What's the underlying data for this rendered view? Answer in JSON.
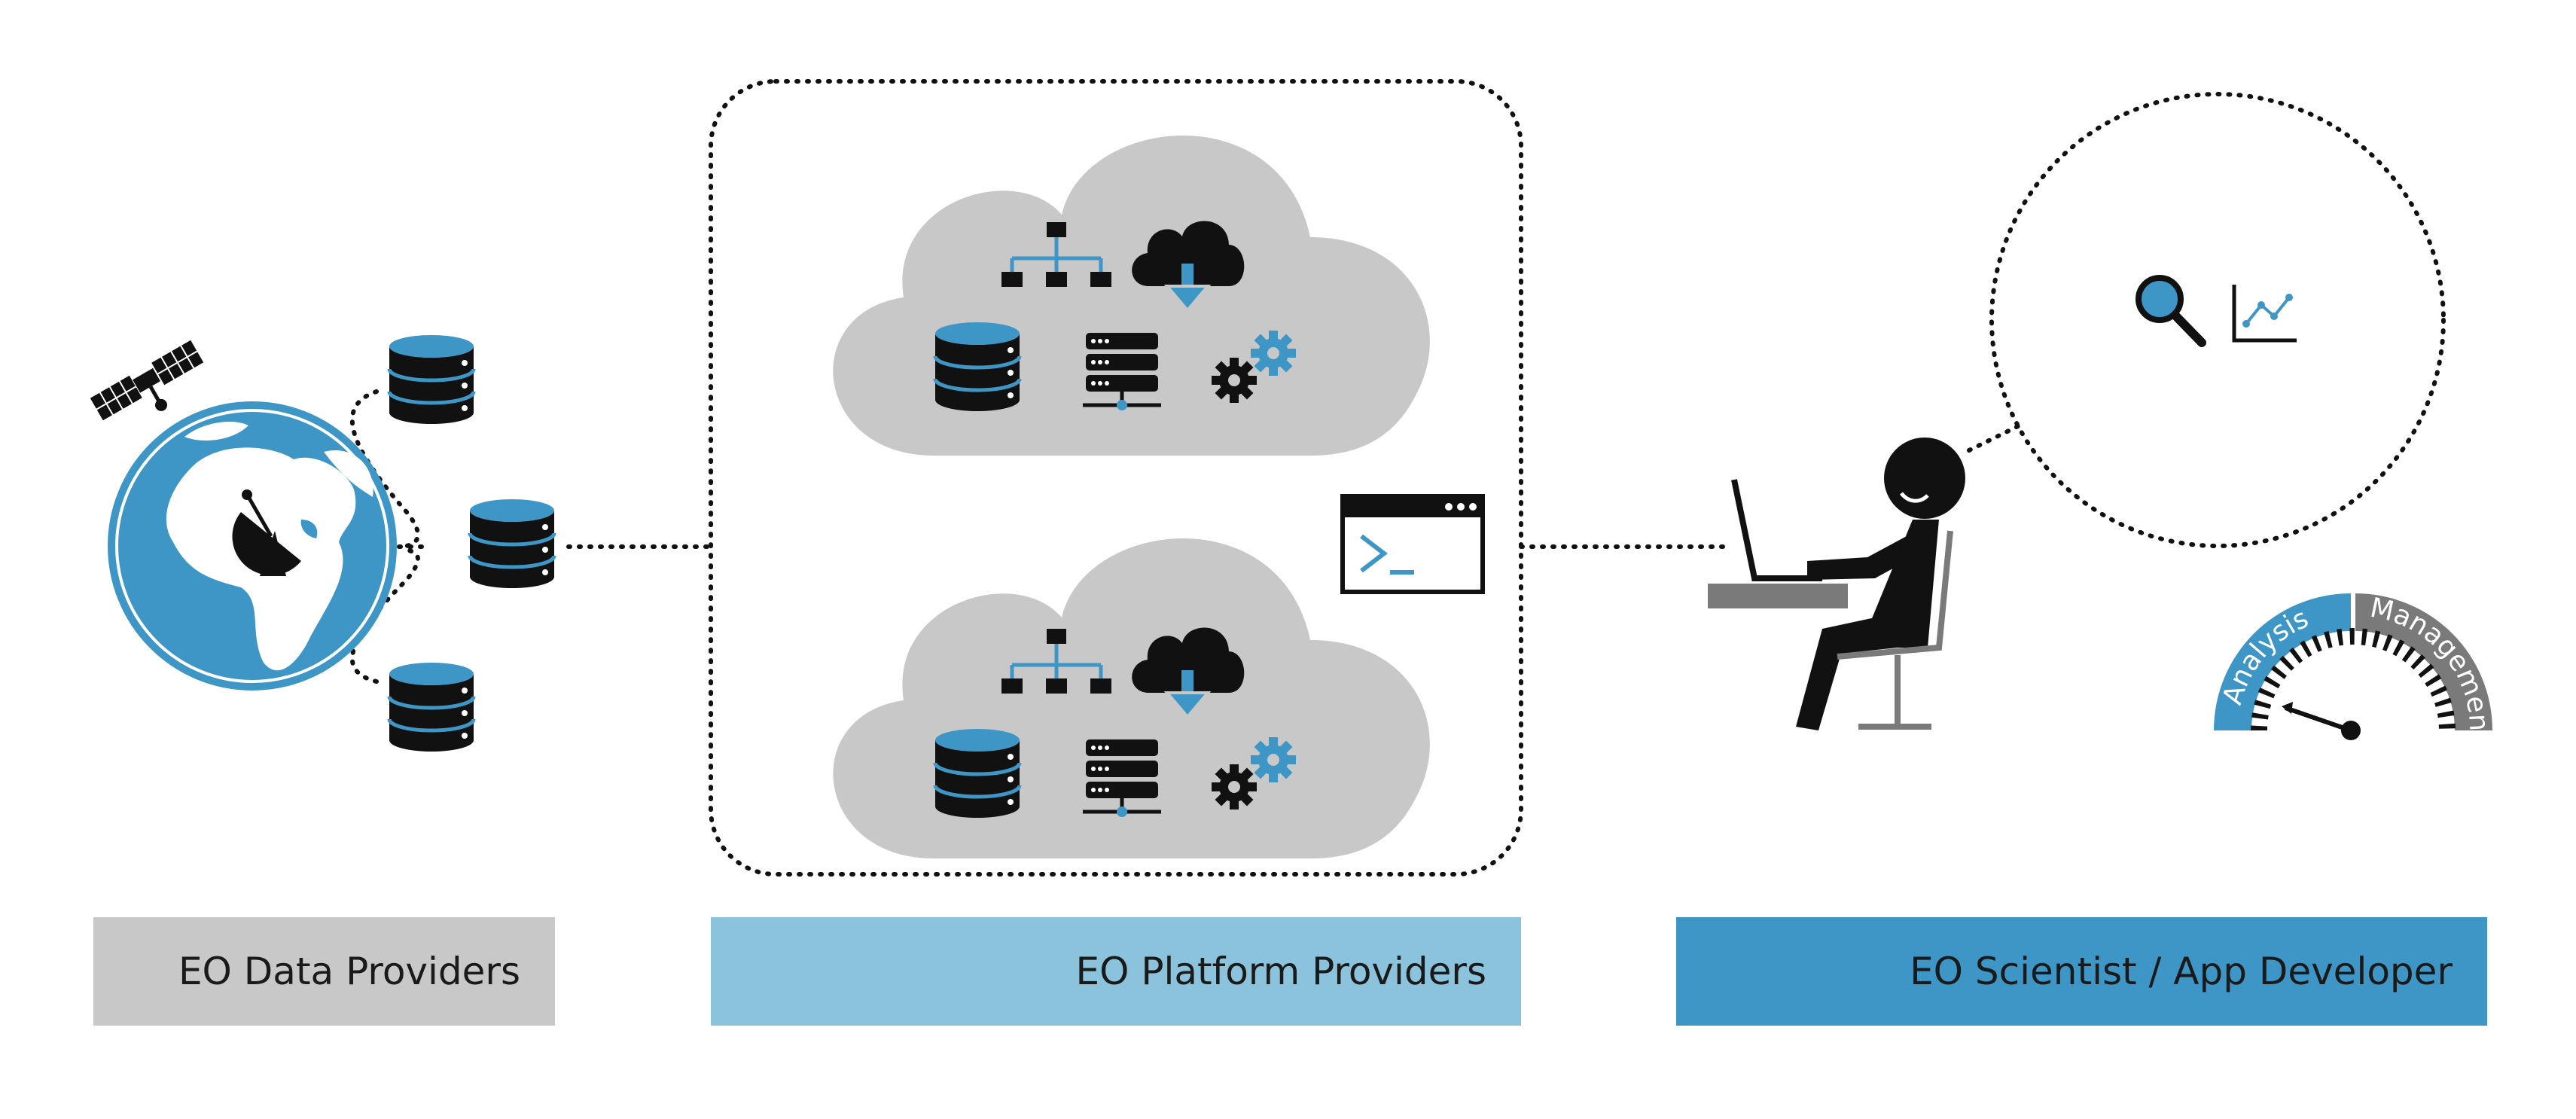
{
  "colors": {
    "accent_blue": "#3d96c5",
    "light_blue": "#8cc3dc",
    "cloud_gray": "#c8c8c8",
    "dark_gray": "#7a7a7a",
    "black": "#111111"
  },
  "icons": [
    "satellite-icon",
    "globe-icon",
    "satellite-dish-icon",
    "database-icon",
    "cloud-icon",
    "hierarchy-icon",
    "cloud-download-icon",
    "server-icon",
    "gears-icon",
    "terminal-icon",
    "person-at-laptop-icon",
    "magnifier-icon",
    "line-chart-icon",
    "gauge-icon"
  ],
  "gauge": {
    "left_label": "Analysis",
    "right_label": "Management"
  },
  "labels": {
    "data_providers": "EO Data Providers",
    "platform_providers": "EO Platform Providers",
    "scientist": "EO Scientist / App Developer"
  }
}
